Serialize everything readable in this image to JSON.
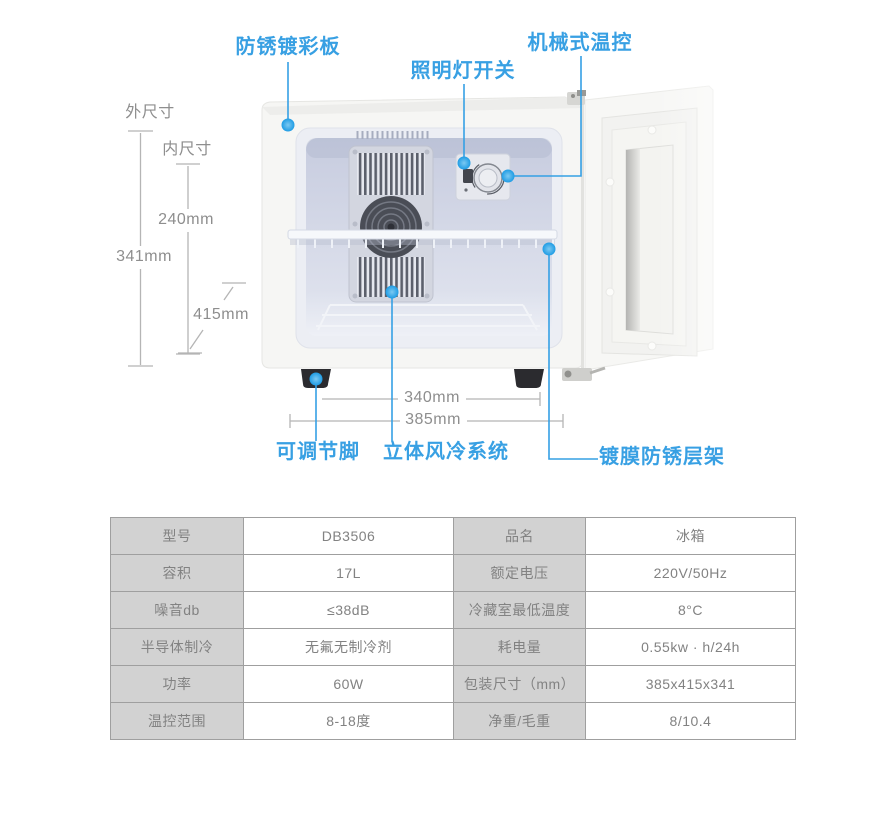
{
  "accent_color": "#38a0e3",
  "dimension_text_color": "#8e8e8e",
  "table_label_bg": "#d2d2d2",
  "table_border_color": "#9f9f9f",
  "figure": {
    "labels": {
      "anti_rust_panel": "防锈镀彩板",
      "light_switch": "照明灯开关",
      "mechanical_thermostat": "机械式温控",
      "adjustable_feet": "可调节脚",
      "air_cooling_system": "立体风冷系统",
      "coated_shelf": "镀膜防锈层架"
    },
    "dimensions": {
      "outer_label": "外尺寸",
      "inner_label": "内尺寸",
      "inner_height": "240mm",
      "outer_height": "341mm",
      "depth": "415mm",
      "feet_span": "340mm",
      "outer_width": "385mm"
    }
  },
  "spec_table": {
    "rows": [
      [
        "型号",
        "DB3506",
        "品名",
        "冰箱"
      ],
      [
        "容积",
        "17L",
        "额定电压",
        "220V/50Hz"
      ],
      [
        "噪音db",
        "≤38dB",
        "冷藏室最低温度",
        "8°C"
      ],
      [
        "半导体制冷",
        "无氟无制冷剂",
        "耗电量",
        "0.55kw · h/24h"
      ],
      [
        "功率",
        "60W",
        "包装尺寸（mm）",
        "385x415x341"
      ],
      [
        "温控范围",
        "8-18度",
        "净重/毛重",
        "8/10.4"
      ]
    ]
  }
}
